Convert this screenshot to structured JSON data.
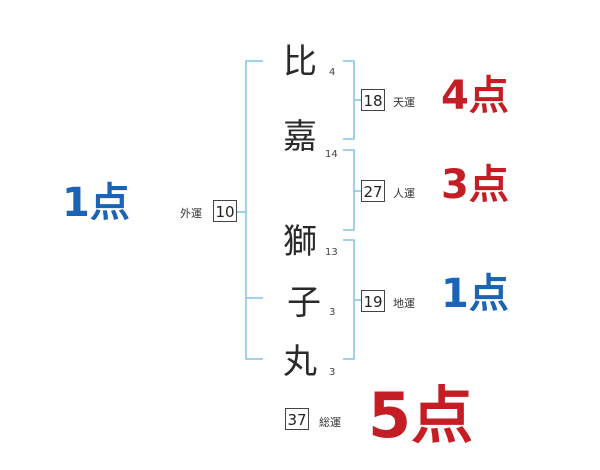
{
  "colors": {
    "red": "#c41e24",
    "blue": "#1b63b5",
    "bracket": "#7fc4e8"
  },
  "name": {
    "chars": [
      {
        "char": "比",
        "strokes": "4"
      },
      {
        "char": "嘉",
        "strokes": "14"
      },
      {
        "char": "獅",
        "strokes": "13"
      },
      {
        "char": "子",
        "strokes": "3"
      },
      {
        "char": "丸",
        "strokes": "3"
      }
    ]
  },
  "fortunes": {
    "gaiun": {
      "label": "外運",
      "value": "10",
      "score": "1点",
      "color": "blue"
    },
    "tenun": {
      "label": "天運",
      "value": "18",
      "score": "4点",
      "color": "red"
    },
    "jinun": {
      "label": "人運",
      "value": "27",
      "score": "3点",
      "color": "red"
    },
    "chiun": {
      "label": "地運",
      "value": "19",
      "score": "1点",
      "color": "blue"
    },
    "souun": {
      "label": "総運",
      "value": "37",
      "score": "5点",
      "color": "red"
    }
  }
}
